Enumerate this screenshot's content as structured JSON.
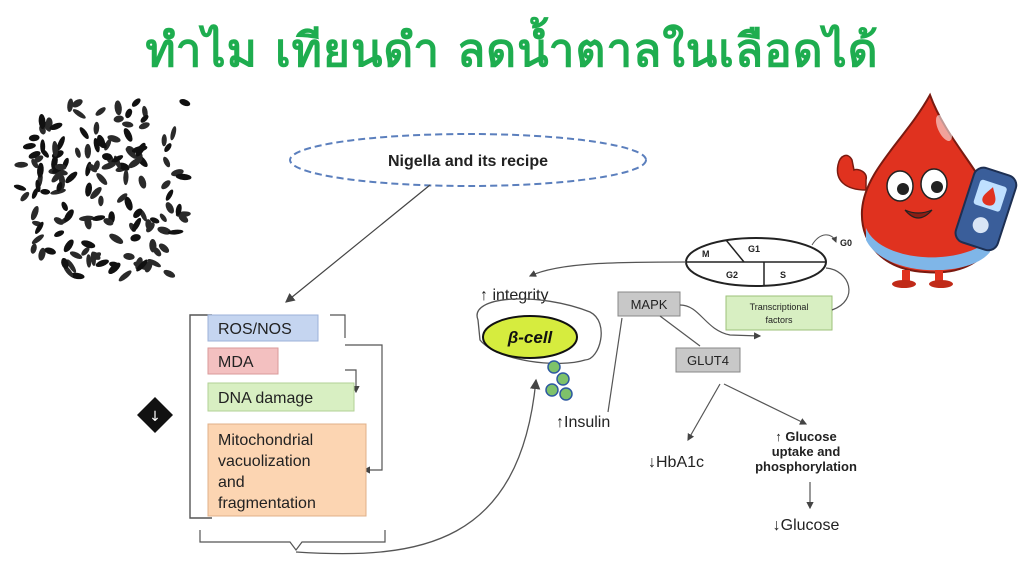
{
  "title": "ทำไม เทียนดำ ลดน้ำตาลในเลือดได้",
  "source": "Nigella and its recipe",
  "oxidative": [
    "ROS/NOS",
    "MDA",
    "DNA damage"
  ],
  "mito": [
    "Mitochondrial",
    "vacuolization",
    "and",
    "fragmentation"
  ],
  "decrease_symbol": "↓",
  "integrity": "↑ integrity",
  "beta_cell": "β-cell",
  "insulin": "↑Insulin",
  "mapk": "MAPK",
  "glut4": "GLUT4",
  "transcriptional": [
    "Transcriptional",
    "factors"
  ],
  "cell_cycle": {
    "g1": "G1",
    "m": "M",
    "g2": "G2",
    "s": "S",
    "g0": "G0"
  },
  "hba1c": "↓HbA1c",
  "glucose_uptake": [
    "↑ Glucose",
    "uptake and",
    "phosphorylation"
  ],
  "glucose_down": "↓Glucose",
  "colors": {
    "title": "#1ead4f",
    "ros_fill": "#c5d5f0",
    "mda_fill": "#f3c0c0",
    "dna_fill": "#d8efc2",
    "mito_fill": "#fcd5b2",
    "beta_fill": "#d6ec3e",
    "tf_fill": "#d8efc2",
    "gray_box": "#c8c8c8",
    "ellipse_dash": "#5b7fbd",
    "blood": "#e0321f"
  }
}
